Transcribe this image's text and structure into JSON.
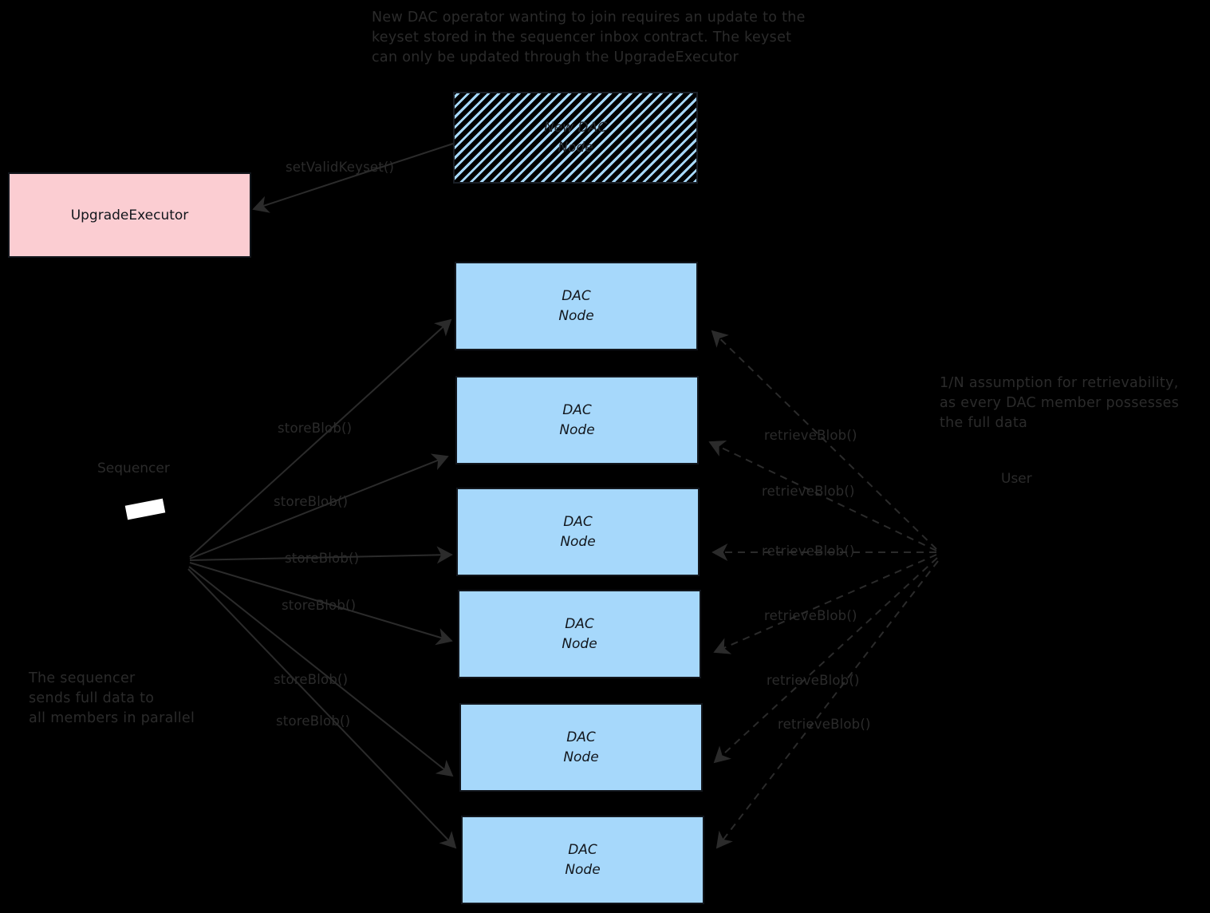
{
  "diagram": {
    "background_color": "#000000",
    "node_fill": "#a6d8fb",
    "executor_fill": "#fbcdd2",
    "stroke_color": "#12161c",
    "text_color": "#2b2b2b"
  },
  "annotations": {
    "top_note": "New DAC operator wanting to join requires an update to the\nkeyset stored in the sequencer inbox contract. The keyset\ncan only be updated through the UpgradeExecutor",
    "left_note": "The sequencer\nsends full data to\nall members in parallel",
    "right_note": "1/N assumption for retrievability,\nas every DAC member possesses\nthe full data"
  },
  "actors": {
    "sequencer_label": "Sequencer",
    "user_label": "User"
  },
  "boxes": {
    "new_dac_node": {
      "line1": "New DAC",
      "line2": "Node"
    },
    "upgrade_executor": {
      "label": "UpgradeExecutor"
    },
    "dac_nodes": [
      {
        "line1": "DAC",
        "line2": "Node"
      },
      {
        "line1": "DAC",
        "line2": "Node"
      },
      {
        "line1": "DAC",
        "line2": "Node"
      },
      {
        "line1": "DAC",
        "line2": "Node"
      },
      {
        "line1": "DAC",
        "line2": "Node"
      },
      {
        "line1": "DAC",
        "line2": "Node"
      }
    ]
  },
  "edges": {
    "set_valid_keyset": "setValidKeyset()",
    "store_blob": [
      "storeBlob()",
      "storeBlob()",
      "storeBlob()",
      "storeBlob()",
      "storeBlob()",
      "storeBlob()"
    ],
    "retrieve_blob": [
      "retrieveBlob()",
      "retrieveBlob()",
      "retrieveBlob()",
      "retrieveBlob()",
      "retrieveBlob()",
      "retrieveBlob()"
    ]
  }
}
